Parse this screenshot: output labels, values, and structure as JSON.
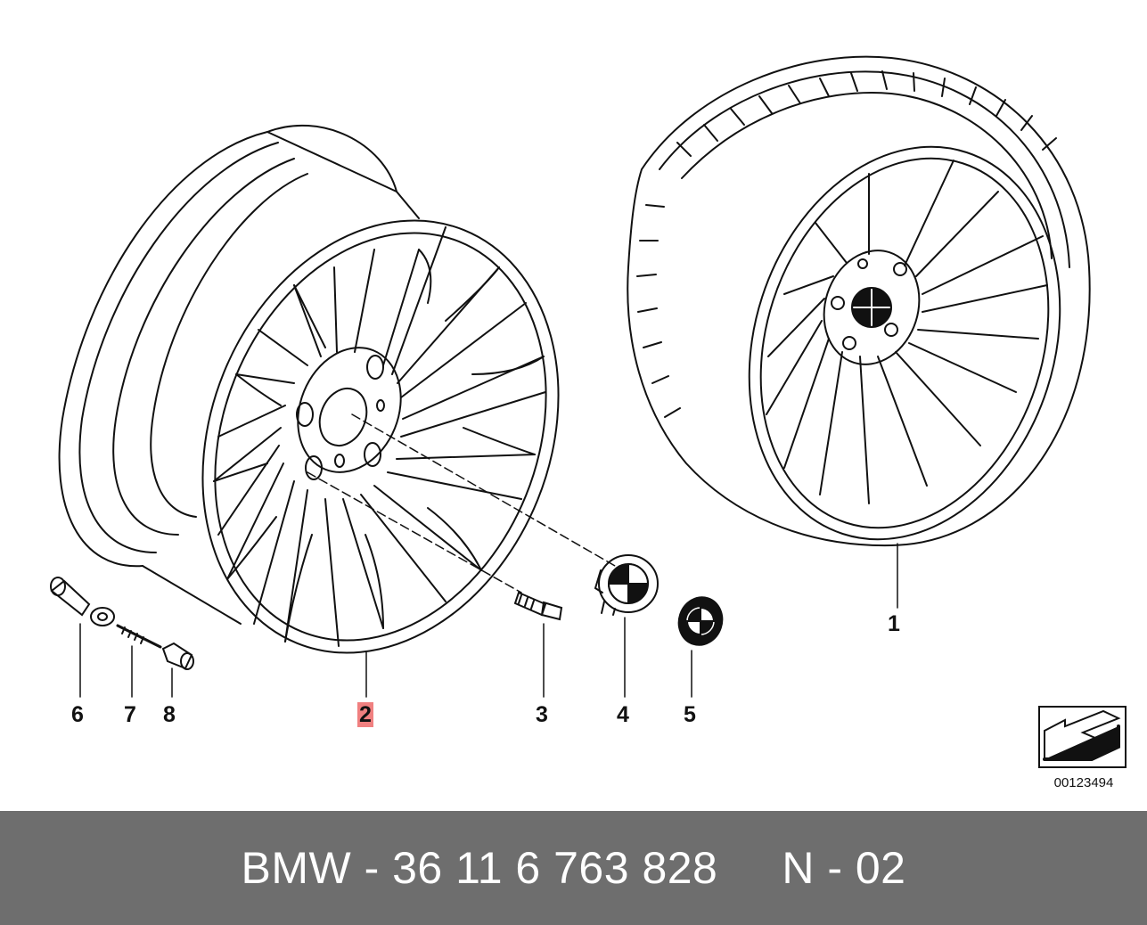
{
  "diagram": {
    "callouts": [
      {
        "id": "1",
        "label": "1"
      },
      {
        "id": "2",
        "label": "2",
        "highlighted": true
      },
      {
        "id": "3",
        "label": "3"
      },
      {
        "id": "4",
        "label": "4"
      },
      {
        "id": "5",
        "label": "5"
      },
      {
        "id": "6",
        "label": "6"
      },
      {
        "id": "7",
        "label": "7"
      },
      {
        "id": "8",
        "label": "8"
      }
    ],
    "reference_code": "00123494",
    "highlight_color": "#f08080"
  },
  "footer": {
    "text": "BMW - 36 11 6 763 828     N - 02",
    "background": "#6e6e6e"
  }
}
